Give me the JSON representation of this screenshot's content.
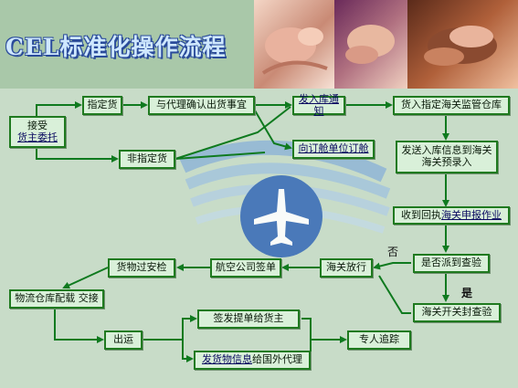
{
  "title": "CEL标准化操作流程",
  "nodes": {
    "accept_1": "接受",
    "accept_2": "货主委托",
    "designated": "指定货",
    "confirm_agent": "与代理确认出货事宜",
    "non_designated": "非指定货",
    "inbound_notice": "发入库通知",
    "ask_booking": "向订舱单位订舱",
    "into_warehouse": "货入指定海关监管仓库",
    "send_info_1": "发送入库信息到海关",
    "send_info_2": "海关预录入",
    "receipt_a": "收到回执",
    "receipt_b": "海关申报作业",
    "inspection": "是否派到查验",
    "customs_inspect": "海关开关封查验",
    "customs_release": "海关放行",
    "airline_sign": "航空公司签单",
    "security_check": "货物过安检",
    "logistics": "物流仓库配载 交接",
    "ship_out": "出运",
    "issue_bill": "签发提单给货主",
    "send_info_foreign_a": "发货物信息",
    "send_info_foreign_b": "给国外代理",
    "tracking": "专人追踪"
  },
  "labels": {
    "no": "否",
    "yes": "是"
  },
  "colors": {
    "border": "#1f7a1f",
    "box_fill": "#d9f0d9",
    "arrow": "#0f7a1f",
    "background": "#c8dcc8",
    "title": "#cfe8ff"
  }
}
